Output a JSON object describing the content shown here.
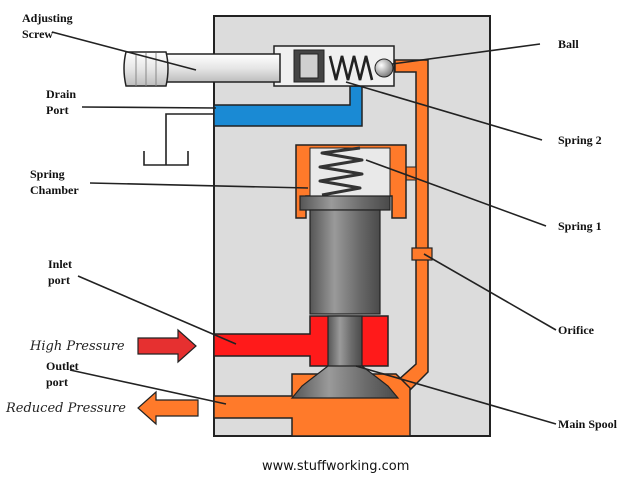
{
  "labels": {
    "adjusting_screw_1": "Adjusting",
    "adjusting_screw_2": "Screw",
    "drain_port_1": "Drain",
    "drain_port_2": "Port",
    "spring_chamber_1": "Spring",
    "spring_chamber_2": "Chamber",
    "inlet_port_1": "Inlet",
    "inlet_port_2": "port",
    "outlet_port_1": "Outlet",
    "outlet_port_2": "port",
    "ball": "Ball",
    "spring_2": "Spring 2",
    "spring_1": "Spring 1",
    "orifice": "Orifice",
    "main_spool": "Main Spool",
    "high_pressure": "High Pressure",
    "reduced_pressure": "Reduced Pressure"
  },
  "credit": "www.stuffworking.com",
  "colors": {
    "valve_body": "#dcdcdc",
    "high_pressure_red": "#ff1a1a",
    "reduced_pressure_orange": "#ff7a2a",
    "drain_blue": "#1a8ad4",
    "spool_gray": "#6e6e6e",
    "screw_white": "#f2f2f2"
  }
}
